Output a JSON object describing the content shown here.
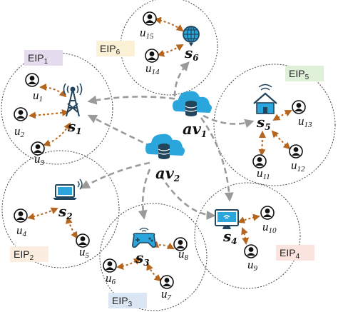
{
  "regions": {
    "eip1": {
      "label": "EIP",
      "sub": "1",
      "color": "#e6dcef"
    },
    "eip2": {
      "label": "EIP",
      "sub": "2",
      "color": "#fbeee0"
    },
    "eip3": {
      "label": "EIP",
      "sub": "3",
      "color": "#dbe6f4"
    },
    "eip4": {
      "label": "EIP",
      "sub": "4",
      "color": "#fbe4df"
    },
    "eip5": {
      "label": "EIP",
      "sub": "5",
      "color": "#dff0d8"
    },
    "eip6": {
      "label": "EIP",
      "sub": "6",
      "color": "#fbf1d6"
    }
  },
  "servers": {
    "s1": {
      "label": "s",
      "sub": "1",
      "icon": "cell-tower-icon"
    },
    "s2": {
      "label": "s",
      "sub": "2",
      "icon": "laptop-icon"
    },
    "s3": {
      "label": "s",
      "sub": "3",
      "icon": "gamepad-icon"
    },
    "s4": {
      "label": "s",
      "sub": "4",
      "icon": "monitor-icon"
    },
    "s5": {
      "label": "s",
      "sub": "5",
      "icon": "smart-home-icon"
    },
    "s6": {
      "label": "s",
      "sub": "6",
      "icon": "globe-icon"
    }
  },
  "avs": {
    "av1": {
      "label": "av",
      "sub": "1",
      "icon": "cloud-database-icon"
    },
    "av2": {
      "label": "av",
      "sub": "2",
      "icon": "cloud-database-icon"
    }
  },
  "users": [
    {
      "label": "u",
      "sub": "1"
    },
    {
      "label": "u",
      "sub": "2"
    },
    {
      "label": "u",
      "sub": "3"
    },
    {
      "label": "u",
      "sub": "4"
    },
    {
      "label": "u",
      "sub": "5"
    },
    {
      "label": "u",
      "sub": "6"
    },
    {
      "label": "u",
      "sub": "7"
    },
    {
      "label": "u",
      "sub": "8"
    },
    {
      "label": "u",
      "sub": "9"
    },
    {
      "label": "u",
      "sub": "10"
    },
    {
      "label": "u",
      "sub": "11"
    },
    {
      "label": "u",
      "sub": "12"
    },
    {
      "label": "u",
      "sub": "13"
    },
    {
      "label": "u",
      "sub": "14"
    },
    {
      "label": "u",
      "sub": "15"
    }
  ],
  "colors": {
    "cloud": "#2aa6dc",
    "icon": "#23455c",
    "user_link": "#b5651d",
    "av_link": "#9a9a9a",
    "boundary": "#444444"
  }
}
